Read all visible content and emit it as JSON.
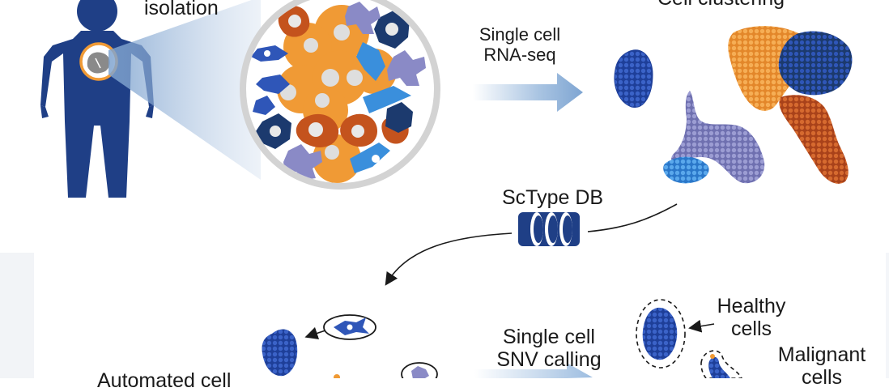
{
  "labels": {
    "isolation": "isolation",
    "cell_clustering": "Cell clustering",
    "rna_seq_line1": "Single cell",
    "rna_seq_line2": "RNA-seq",
    "sctype_db": "ScType DB",
    "automated_cell": "Automated cell",
    "snv_line1": "Single cell",
    "snv_line2": "SNV calling",
    "healthy_line1": "Healthy",
    "healthy_line2": "cells",
    "malignant_line1": "Malignant",
    "malignant_line2": "cells"
  },
  "colors": {
    "body_navy": "#1f3f86",
    "dark_navy": "#1c3a6e",
    "royal_blue": "#2f56b8",
    "light_blue": "#3a8fdc",
    "orange": "#f09a35",
    "rust": "#c4531d",
    "lavender": "#8a8ac6",
    "ring_grey": "#d3d3d3",
    "arrow_blue": "#8fb3d9",
    "text": "#1a1a1a"
  },
  "icons": {
    "human": "human-body-icon",
    "tissue": "tissue-sample-icon",
    "database": "database-icon",
    "single_cell": "cell-icon"
  }
}
